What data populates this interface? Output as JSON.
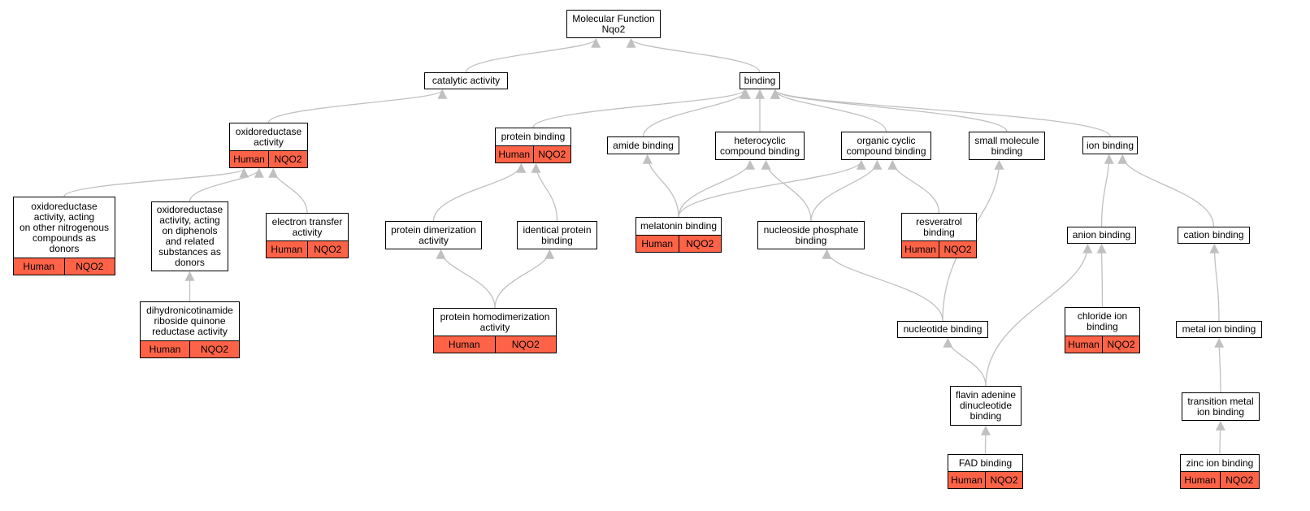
{
  "graph": {
    "edge_color": "#c0c0c0",
    "annotation_color": "#ff6347",
    "nodes": [
      {
        "id": "mf",
        "label": "Molecular Function\nNqo2"
      },
      {
        "id": "cat",
        "label": "catalytic activity"
      },
      {
        "id": "bind",
        "label": "binding"
      },
      {
        "id": "oxred",
        "label": "oxidoreductase\nactivity",
        "species": "Human",
        "gene": "NQO2"
      },
      {
        "id": "protb",
        "label": "protein binding",
        "species": "Human",
        "gene": "NQO2"
      },
      {
        "id": "amide",
        "label": "amide binding"
      },
      {
        "id": "hetero",
        "label": "heterocyclic\ncompound binding"
      },
      {
        "id": "orgcyc",
        "label": "organic cyclic\ncompound binding"
      },
      {
        "id": "smallmol",
        "label": "small molecule\nbinding"
      },
      {
        "id": "ion",
        "label": "ion binding"
      },
      {
        "id": "oxnitro",
        "label": "oxidoreductase\nactivity, acting\non other nitrogenous\ncompounds as\ndonors",
        "species": "Human",
        "gene": "NQO2"
      },
      {
        "id": "oxdiph",
        "label": "oxidoreductase\nactivity, acting\non diphenols\nand related\nsubstances as\ndonors"
      },
      {
        "id": "etrans",
        "label": "electron transfer\nactivity",
        "species": "Human",
        "gene": "NQO2"
      },
      {
        "id": "pdimer",
        "label": "protein dimerization\nactivity"
      },
      {
        "id": "identp",
        "label": "identical protein\nbinding"
      },
      {
        "id": "melat",
        "label": "melatonin binding",
        "species": "Human",
        "gene": "NQO2"
      },
      {
        "id": "nucphos",
        "label": "nucleoside phosphate\nbinding"
      },
      {
        "id": "resv",
        "label": "resveratrol\nbinding",
        "species": "Human",
        "gene": "NQO2"
      },
      {
        "id": "anion",
        "label": "anion binding"
      },
      {
        "id": "cation",
        "label": "cation binding"
      },
      {
        "id": "dihydro",
        "label": "dihydronicotinamide\nriboside quinone\nreductase activity",
        "species": "Human",
        "gene": "NQO2"
      },
      {
        "id": "phomo",
        "label": "protein homodimerization\nactivity",
        "species": "Human",
        "gene": "NQO2"
      },
      {
        "id": "nucleo",
        "label": "nucleotide binding"
      },
      {
        "id": "chlor",
        "label": "chloride ion\nbinding",
        "species": "Human",
        "gene": "NQO2"
      },
      {
        "id": "metal",
        "label": "metal ion binding"
      },
      {
        "id": "flavin",
        "label": "flavin adenine\ndinucleotide\nbinding"
      },
      {
        "id": "trans",
        "label": "transition metal\nion binding"
      },
      {
        "id": "fad",
        "label": "FAD binding",
        "species": "Human",
        "gene": "NQO2"
      },
      {
        "id": "zinc",
        "label": "zinc ion binding",
        "species": "Human",
        "gene": "NQO2"
      }
    ],
    "edges": [
      [
        "cat",
        "mf"
      ],
      [
        "bind",
        "mf"
      ],
      [
        "oxred",
        "cat"
      ],
      [
        "protb",
        "bind"
      ],
      [
        "amide",
        "bind"
      ],
      [
        "hetero",
        "bind"
      ],
      [
        "orgcyc",
        "bind"
      ],
      [
        "smallmol",
        "bind"
      ],
      [
        "ion",
        "bind"
      ],
      [
        "oxnitro",
        "oxred"
      ],
      [
        "oxdiph",
        "oxred"
      ],
      [
        "etrans",
        "oxred"
      ],
      [
        "pdimer",
        "protb"
      ],
      [
        "identp",
        "protb"
      ],
      [
        "melat",
        "amide"
      ],
      [
        "melat",
        "hetero"
      ],
      [
        "melat",
        "orgcyc"
      ],
      [
        "nucphos",
        "hetero"
      ],
      [
        "nucphos",
        "orgcyc"
      ],
      [
        "resv",
        "orgcyc"
      ],
      [
        "anion",
        "ion"
      ],
      [
        "cation",
        "ion"
      ],
      [
        "dihydro",
        "oxdiph"
      ],
      [
        "phomo",
        "pdimer"
      ],
      [
        "phomo",
        "identp"
      ],
      [
        "nucleo",
        "nucphos"
      ],
      [
        "nucleo",
        "smallmol"
      ],
      [
        "flavin",
        "nucleo"
      ],
      [
        "flavin",
        "anion"
      ],
      [
        "chlor",
        "anion"
      ],
      [
        "metal",
        "cation"
      ],
      [
        "trans",
        "metal"
      ],
      [
        "fad",
        "flavin"
      ],
      [
        "zinc",
        "trans"
      ]
    ]
  }
}
